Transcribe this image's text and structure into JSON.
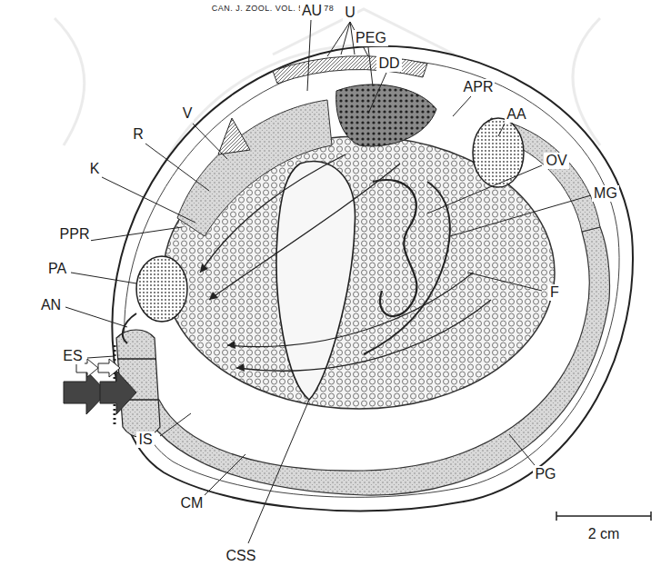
{
  "diagram": {
    "labels": [
      "CAN. J. ZOOL. VOL. 56, 1978",
      "AU",
      "U",
      "V",
      "R",
      "PEG",
      "DD",
      "K",
      "APR",
      "PPR",
      "AA",
      "PA",
      "AN",
      "OV",
      "ES",
      "MG",
      "IS",
      "F",
      "CM",
      "CSS",
      "PG",
      "2 cm"
    ]
  }
}
